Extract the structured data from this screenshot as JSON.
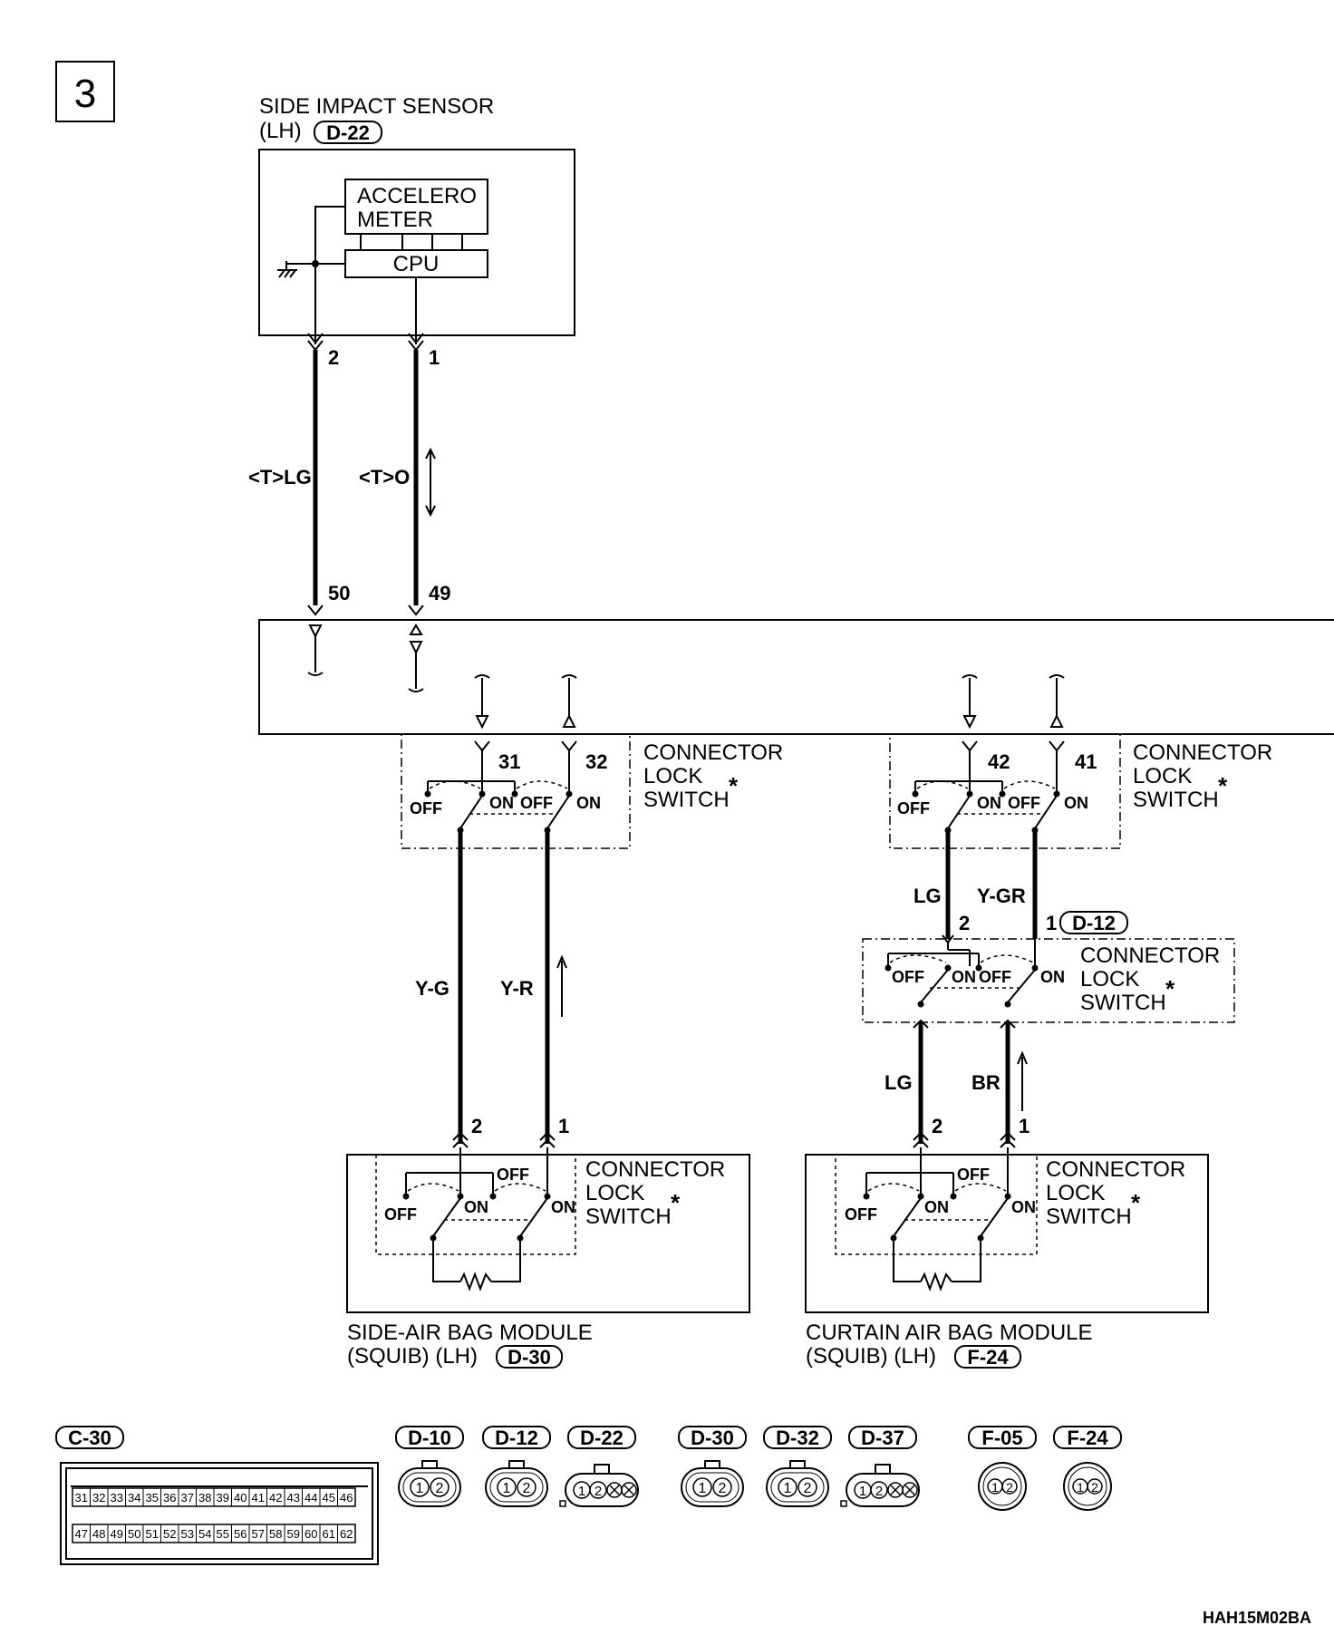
{
  "page_number": "3",
  "doc_code": "HAH15M02BA",
  "asterisk": "*",
  "sensor": {
    "title": "SIDE IMPACT SENSOR",
    "side": "(LH)",
    "connector": "D-22",
    "accelerometer_l1": "ACCELERO",
    "accelerometer_l2": "METER",
    "cpu": "CPU",
    "pin_left": "2",
    "pin_right": "1"
  },
  "wires": {
    "lg_label": "<T>LG",
    "o_label": "<T>O",
    "ecu_pin_50": "50",
    "ecu_pin_49": "49",
    "ecu_pin_31": "31",
    "ecu_pin_32": "32",
    "ecu_pin_42": "42",
    "ecu_pin_41": "41",
    "yg": "Y-G",
    "yr": "Y-R",
    "lg": "LG",
    "ygr": "Y-GR",
    "lg2": "LG",
    "br": "BR",
    "d12_pin2": "2",
    "d12_pin1": "1",
    "side_pin2": "2",
    "side_pin1": "1",
    "curtain_pin2": "2",
    "curtain_pin1": "1"
  },
  "switch": {
    "l1": "CONNECTOR",
    "l2": "LOCK",
    "l3": "SWITCH",
    "off": "OFF",
    "on": "ON"
  },
  "d12_connector": "D-12",
  "side_module": {
    "l1": "SIDE-AIR BAG MODULE",
    "l2": "(SQUIB) (LH)",
    "connector": "D-30"
  },
  "curtain_module": {
    "l1": "CURTAIN AIR BAG MODULE",
    "l2": "(SQUIB) (LH)",
    "connector": "F-24"
  },
  "connectors": {
    "c30": "C-30",
    "c30_row1": [
      "31",
      "32",
      "33",
      "34",
      "35",
      "36",
      "37",
      "38",
      "39",
      "40",
      "41",
      "42",
      "43",
      "44",
      "45",
      "46"
    ],
    "c30_row2": [
      "47",
      "48",
      "49",
      "50",
      "51",
      "52",
      "53",
      "54",
      "55",
      "56",
      "57",
      "58",
      "59",
      "60",
      "61",
      "62"
    ],
    "list": [
      {
        "id": "D-10",
        "pins": [
          "1",
          "2"
        ]
      },
      {
        "id": "D-12",
        "pins": [
          "1",
          "2"
        ]
      },
      {
        "id": "D-22",
        "pins": [
          "1",
          "2"
        ]
      },
      {
        "id": "D-30",
        "pins": [
          "1",
          "2"
        ]
      },
      {
        "id": "D-32",
        "pins": [
          "1",
          "2"
        ]
      },
      {
        "id": "D-37",
        "pins": [
          "1",
          "2"
        ]
      },
      {
        "id": "F-05",
        "pins": [
          "1",
          "2"
        ]
      },
      {
        "id": "F-24",
        "pins": [
          "1",
          "2"
        ]
      }
    ]
  }
}
